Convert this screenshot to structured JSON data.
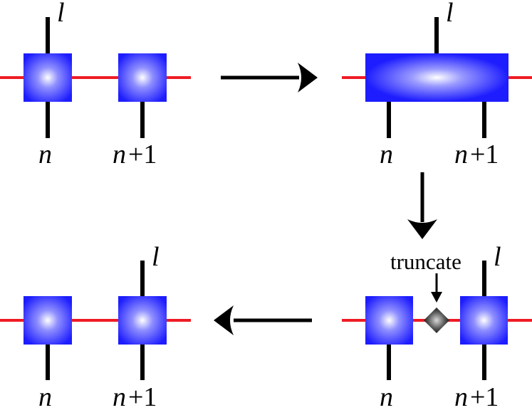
{
  "labels": {
    "site_n": "n",
    "site_n_plus_1_base": "n",
    "plus": "+1",
    "leg_l": "l",
    "truncate": "truncate"
  },
  "colors": {
    "tensor_edge": "#1d1dff",
    "tensor_center": "#ffffff",
    "bond": "#ee1c25",
    "leg": "#000000",
    "diamond_edge": "#000000",
    "diamond_center": "#cfcfcf"
  }
}
